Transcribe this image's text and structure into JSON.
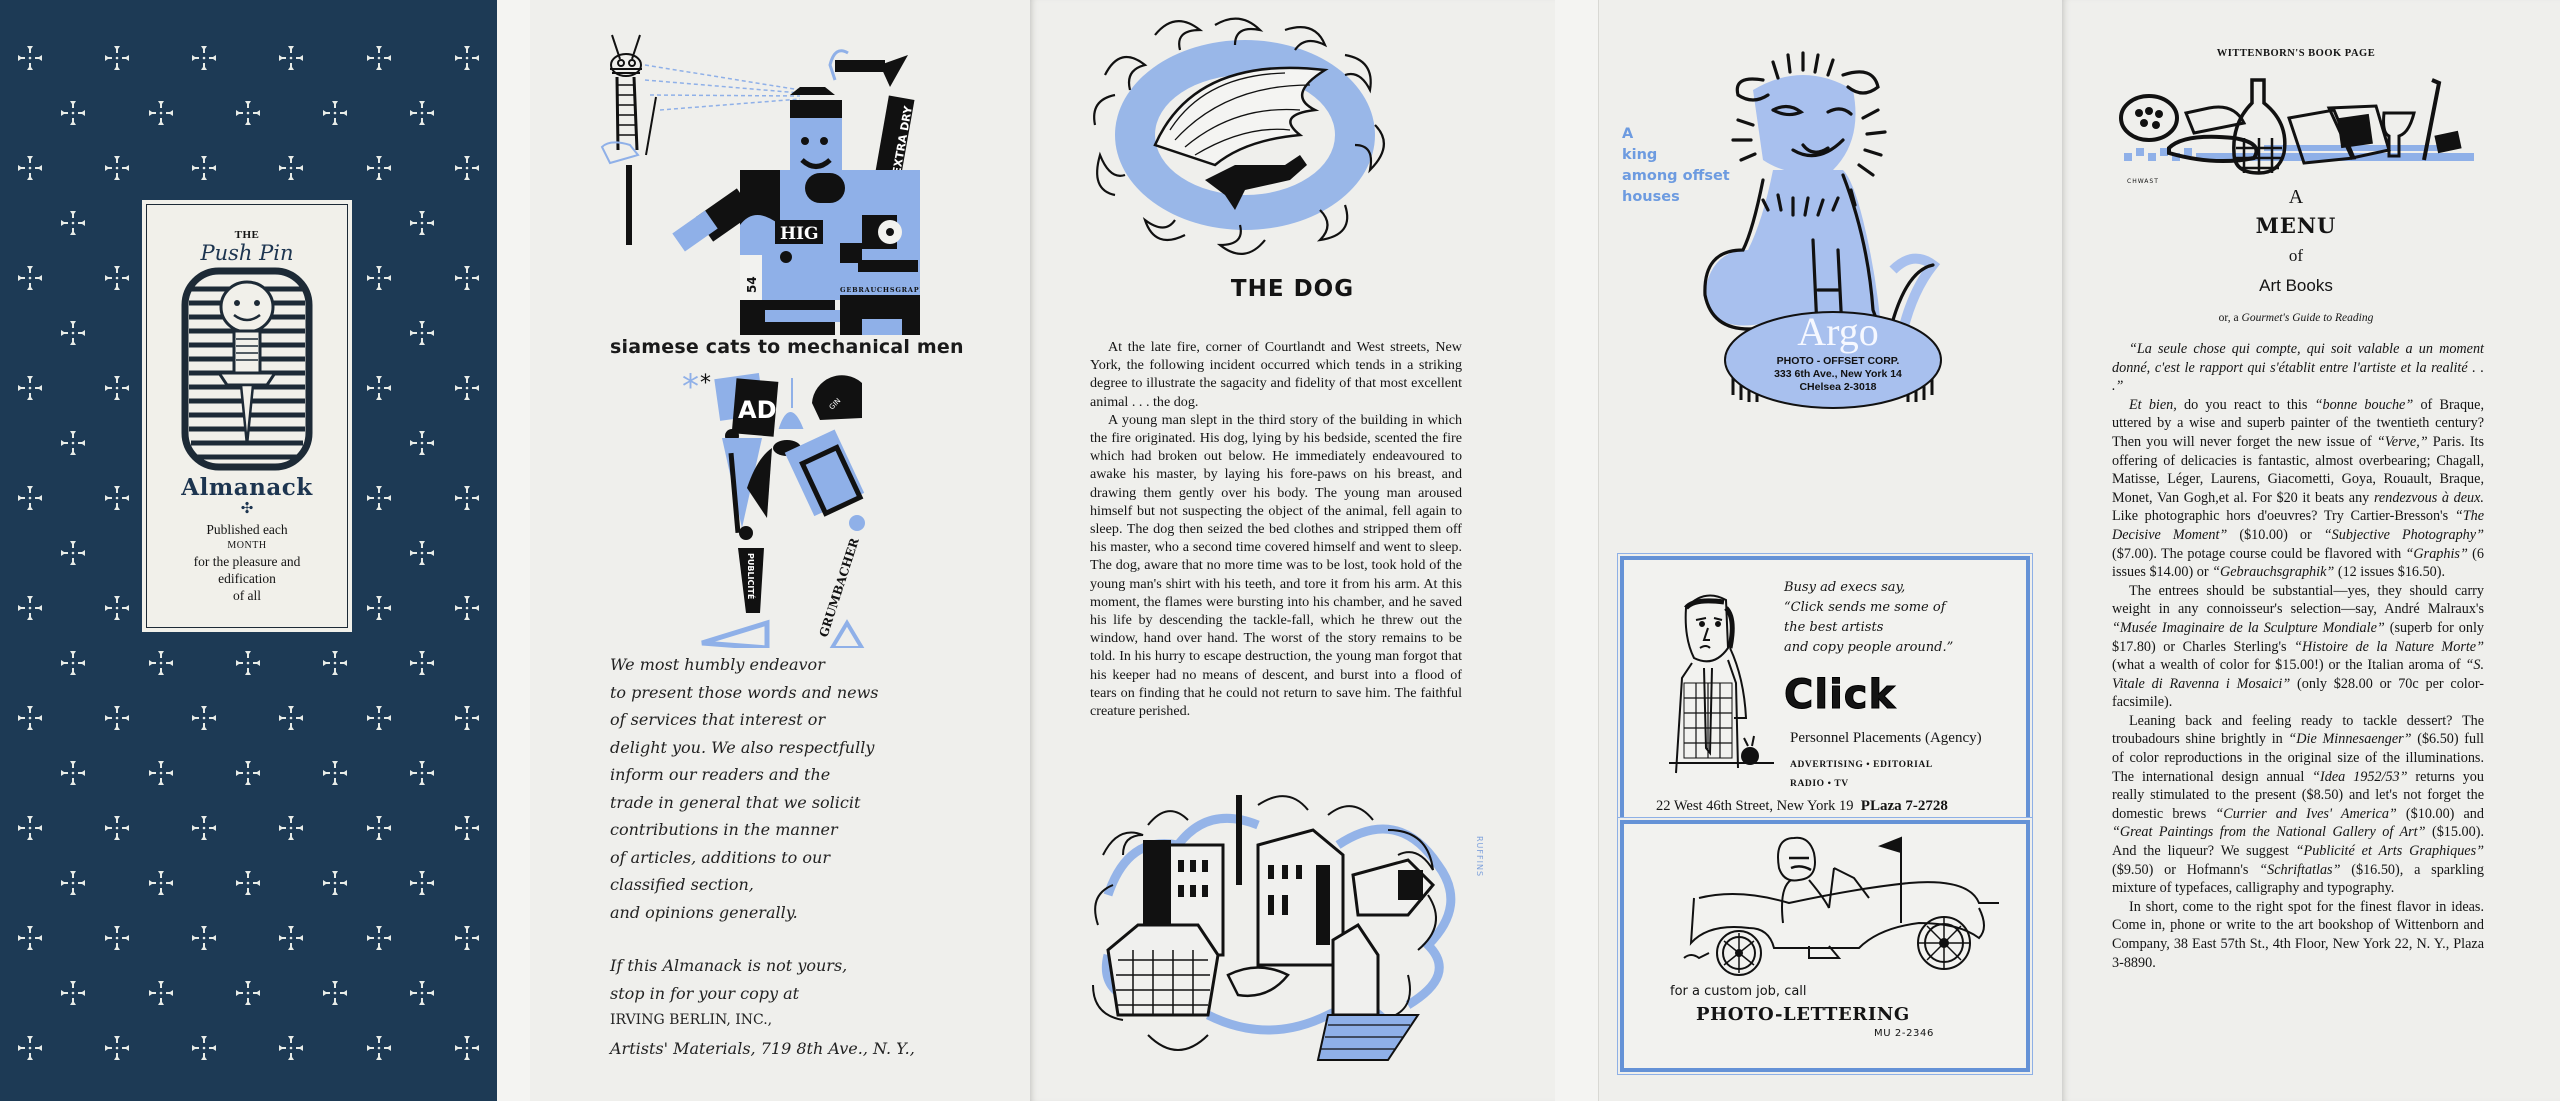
{
  "colors": {
    "cover_navy": "#1d3a55",
    "print_blue": "#8fb0e8",
    "border_blue": "#6592d6",
    "paper": "#efefec"
  },
  "cover": {
    "the": "THE",
    "script_title": "Push Pin",
    "title": "Almanack",
    "line1": "Published each",
    "line2": "MONTH",
    "line3": "for the pleasure and",
    "line4": "edification",
    "line5": "of all",
    "pattern_icon": "push-pin-cross-motif"
  },
  "pageA": {
    "illustration_labels": {
      "extra_dry": "EXTRA DRY",
      "hig": "HIG",
      "num": "54",
      "gebrauch": "GEBRAUCHSGRAPHIK",
      "ad": "AD",
      "gin": "GIN",
      "publicite": "PUBLICITÉ",
      "grumbacher": "GRUMBACHER"
    },
    "caption": "siamese cats to mechanical men",
    "intro_lines": [
      "We most humbly endeavor",
      "to present those words and news",
      "of services that interest or",
      "delight you. We also respectfully",
      "inform our readers and the",
      "trade in general that we solicit",
      "contributions in the manner",
      "of articles, additions to our",
      "classified section,",
      "and opinions generally."
    ],
    "closing_lines": [
      "If this Almanack is not yours,",
      "stop in for your copy at"
    ],
    "store_name": "IRVING BERLIN, INC.,",
    "store_address": "Artists' Materials, 719 8th Ave., N. Y.,"
  },
  "pageB": {
    "title": "THE DOG",
    "paragraphs": [
      "At the late fire, corner of Courtlandt and West streets, New York, the following incident occurred which tends in a striking degree to illustrate the sagacity and fidelity of that most excellent animal . . . the dog.",
      "A young man slept in the third story of the building in which the fire originated. His dog, lying by his bedside, scented the fire which had broken out below. He immediately endeavoured to awake his master, by laying his fore-paws on his breast, and drawing them gently over his body. The young man aroused himself but not suspecting the object of the animal, fell again to sleep. The dog then seized the bed clothes and stripped them off his master, who a second time covered himself and went to sleep. The dog, aware that no more time was to be lost, took hold of the young man's shirt with his teeth, and tore it from his arm. At this moment, the flames were bursting into his chamber, and he saved his life by descending the tackle-fall, which he threw out the window, hand over hand. The worst of the story remains to be told. In his hurry to escape destruction, the young man forgot that his keeper had no means of descent, and burst into a flood of tears on finding that he could not return to save him. The faithful creature perished."
    ],
    "artist_credit": "RUFFINS"
  },
  "pageC": {
    "argo_tagline": [
      "A",
      "king",
      "among offset",
      "houses"
    ],
    "argo": {
      "name": "Argo",
      "line1": "PHOTO - OFFSET CORP.",
      "line2": "333 6th Ave., New York 14",
      "line3": "CHelsea 2-3018"
    },
    "click": {
      "quote_lines": [
        "Busy ad execs say,",
        "“Click sends me some of",
        "the best artists",
        "and copy people around.”"
      ],
      "logo": "Click",
      "agency": "Personnel Placements  (Agency)",
      "services1": "ADVERTISING • EDITORIAL",
      "services2": "RADIO • TV",
      "address": "22 West 46th Street, New York 19",
      "phone": "PLaza 7-2728"
    },
    "photo_lettering": {
      "tagline": "for a custom job, call",
      "name": "PHOTO-LETTERING",
      "phone": "MU 2-2346"
    }
  },
  "pageD": {
    "header": "WITTENBORN'S BOOK PAGE",
    "artist_credit": "CHWAST",
    "title_a": "A",
    "title_menu": "MENU",
    "title_of": "of",
    "title_art_books": "Art Books",
    "subtitle_or": "or, a ",
    "subtitle_rest": "Gourmet's Guide to Reading",
    "paragraphs": [
      [
        {
          "t": "“La seule chose qui compte, qui soit valable a un moment donné, c'est le rapport qui s'établit entre l'artiste et la realité . . .”",
          "i": true
        }
      ],
      [
        {
          "t": "Et bien,",
          "i": true
        },
        {
          "t": " do you react to this "
        },
        {
          "t": "“bonne bouche”",
          "i": true
        },
        {
          "t": " of Braque, uttered by a wise and superb painter of the twentieth century? Then you will never forget the new issue of "
        },
        {
          "t": "“Verve,”",
          "i": true
        },
        {
          "t": " Paris. Its offering of delicacies is fantastic, almost overbearing; Chagall, Matisse, Léger, Laurens, Giacometti, Goya, Rouault, Braque, Monet, Van Gogh,et al. For $20 it beats any "
        },
        {
          "t": "rendezvous à deux.",
          "i": true
        },
        {
          "t": " Like photographic hors d'oeuvres? Try Cartier-Bresson's "
        },
        {
          "t": "“The Decisive Moment”",
          "i": true
        },
        {
          "t": " ($10.00) or "
        },
        {
          "t": "“Subjective Photography”",
          "i": true
        },
        {
          "t": " ($7.00). The potage course could be flavored with "
        },
        {
          "t": "“Graphis”",
          "i": true
        },
        {
          "t": " (6 issues $14.00) or "
        },
        {
          "t": "“Gebrauchsgraphik”",
          "i": true
        },
        {
          "t": " (12 issues $16.50)."
        }
      ],
      [
        {
          "t": "The entrees should be substantial—yes, they should carry weight in any connoisseur's selection—say, André Malraux's "
        },
        {
          "t": "“Musée Imaginaire de la Sculpture Mondiale”",
          "i": true
        },
        {
          "t": " (superb for only $17.80) or Charles Sterling's "
        },
        {
          "t": "“Histoire de la Nature Morte”",
          "i": true
        },
        {
          "t": " (what a wealth of color for $15.00!) or the Italian aroma of "
        },
        {
          "t": "“S. Vitale di Ravenna i Mosaici”",
          "i": true
        },
        {
          "t": " (only $28.00 or 70c per color-facsimile)."
        }
      ],
      [
        {
          "t": "Leaning back and feeling ready to tackle dessert? The troubadours shine brightly in "
        },
        {
          "t": "“Die Minnesaenger”",
          "i": true
        },
        {
          "t": " ($6.50) full of color reproductions in the original size of the illuminations. The international design annual "
        },
        {
          "t": "“Idea 1952/53”",
          "i": true
        },
        {
          "t": " returns you really stimulated to the present ($8.50) and let's not forget the domestic brews "
        },
        {
          "t": "“Currier and Ives' America”",
          "i": true
        },
        {
          "t": " ($10.00) and "
        },
        {
          "t": "“Great Paintings from the National Gallery of Art”",
          "i": true
        },
        {
          "t": " ($15.00). And the liqueur? We suggest "
        },
        {
          "t": "“Publicité et Arts Graphiques”",
          "i": true
        },
        {
          "t": " ($9.50) or Hofmann's "
        },
        {
          "t": "“Schriftatlas”",
          "i": true
        },
        {
          "t": " ($16.50), a sparkling mixture of typefaces, calligraphy and typography."
        }
      ],
      [
        {
          "t": "In short, come to the right spot for the finest flavor in ideas. Come in, phone or write to the art bookshop of Wittenborn and Company, 38 East 57th St., 4th Floor, New York 22, N. Y., Plaza 3-8890."
        }
      ]
    ]
  }
}
